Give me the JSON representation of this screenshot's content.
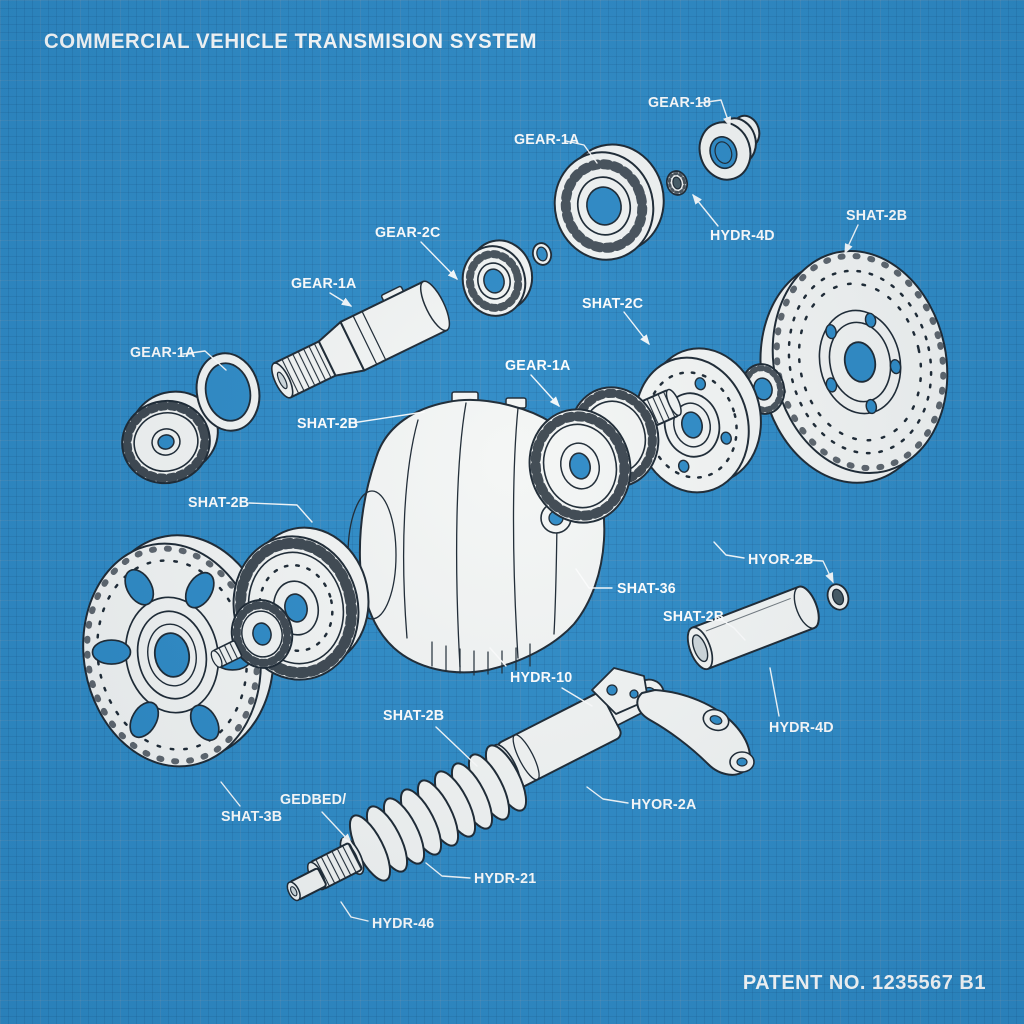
{
  "title": "COMMERCIAL VEHICLE TRANSMISION SYSTEM",
  "patent_number": "PATENT NO. 1235567 B1",
  "colors": {
    "background": "#2e8bc7",
    "ink": "#1c2833",
    "paper": "#f4f6f5",
    "label_text": "#ffffff"
  },
  "labels": [
    {
      "part": "hub-top-right",
      "text": "GEAR-18"
    },
    {
      "part": "large-bearing",
      "text": "GEAR-1A"
    },
    {
      "part": "retainer-ring-top",
      "text": "HYDR-4D"
    },
    {
      "part": "drilled-disc-right",
      "text": "SHAT-2B"
    },
    {
      "part": "bearing-mid",
      "text": "GEAR-2C"
    },
    {
      "part": "input-shaft",
      "text": "GEAR-1A"
    },
    {
      "part": "output-flange",
      "text": "SHAT-2C"
    },
    {
      "part": "o-ring",
      "text": "GEAR-1A"
    },
    {
      "part": "splined-shaft",
      "text": "SHAT-2B"
    },
    {
      "part": "gear-cluster",
      "text": "GEAR-1A"
    },
    {
      "part": "ring-gear",
      "text": "SHAT-2B"
    },
    {
      "part": "gearbox-housing",
      "text": "SHAT-36"
    },
    {
      "part": "small-ring-right",
      "text": "HYOR-2B"
    },
    {
      "part": "pin-cylinder",
      "text": "SHAT-2B"
    },
    {
      "part": "damper-bracket",
      "text": "HYDR-10"
    },
    {
      "part": "damper-body",
      "text": "SHAT-2B"
    },
    {
      "part": "pin-end",
      "text": "HYDR-4D"
    },
    {
      "part": "control-arm",
      "text": "HYOR-2A"
    },
    {
      "part": "coil-spring",
      "text": "HYDR-21"
    },
    {
      "part": "spring-seat",
      "text": "GEDBED/"
    },
    {
      "part": "drilled-disc-left",
      "text": "SHAT-3B"
    },
    {
      "part": "shaft-tip",
      "text": "HYDR-46"
    }
  ]
}
